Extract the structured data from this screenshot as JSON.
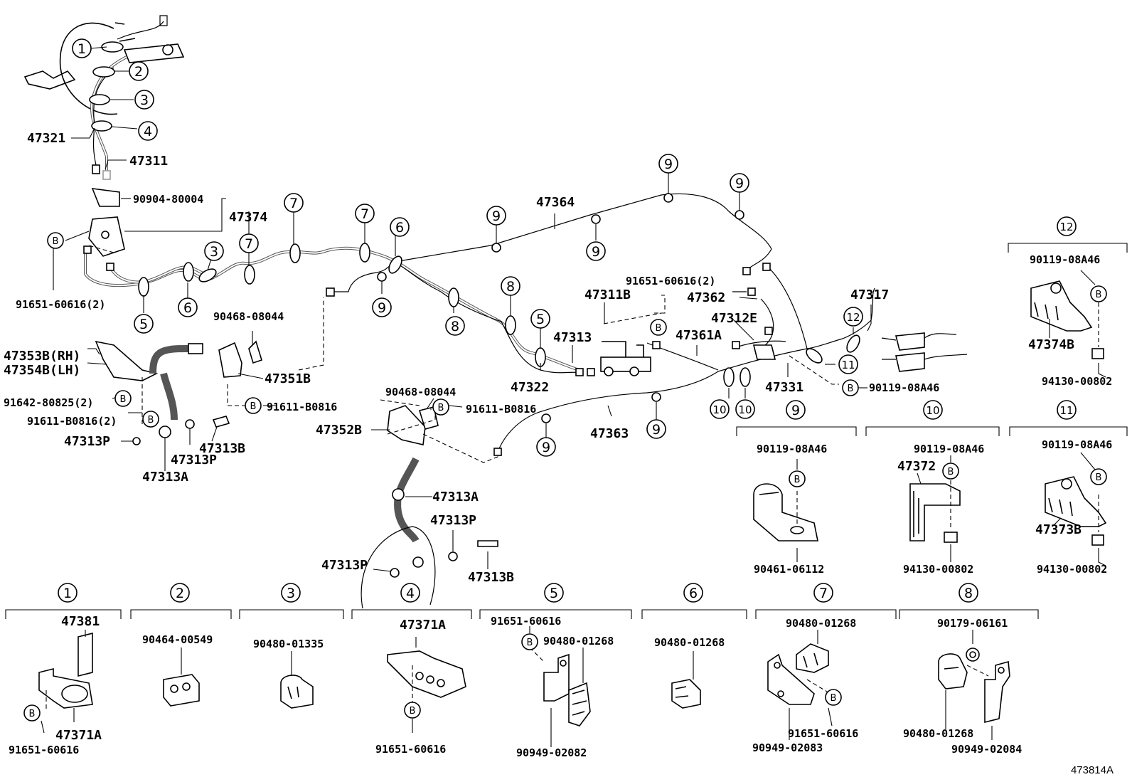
{
  "diagram": {
    "code": "473814A",
    "callouts": [
      "1",
      "2",
      "3",
      "4",
      "5",
      "6",
      "7",
      "8",
      "9",
      "10",
      "11",
      "12"
    ],
    "bolt_symbol": "B",
    "main_labels": {
      "p47321": "47321",
      "p47311": "47311",
      "p90904": "90904-80004",
      "p47374": "47374",
      "p91651_a": "91651-60616(2)",
      "p90468_a": "90468-08044",
      "p47353b": "47353B(RH)",
      "p47354b": "47354B(LH)",
      "p47351b": "47351B",
      "p91642": "91642-80825(2)",
      "p91611_a": "91611-B0816(2)",
      "p91611_b": "91611-B0816",
      "p47313p_a": "47313P",
      "p47313b_a": "47313B",
      "p47313p_b": "47313P",
      "p47313a_a": "47313A",
      "p47364": "47364",
      "p47311b": "47311B",
      "p91651_b": "91651-60616(2)",
      "p47362": "47362",
      "p47317": "47317",
      "p47312e": "47312E",
      "p47361a": "47361A",
      "p47313": "47313",
      "p47322": "47322",
      "p47331": "47331",
      "p90119_a": "90119-08A46",
      "p90468_b": "90468-08044",
      "p91611_c": "91611-B0816",
      "p47352b": "47352B",
      "p47363": "47363",
      "p47313a_b": "47313A",
      "p47313p_c": "47313P",
      "p47313p_d": "47313P",
      "p47313b_b": "47313B"
    },
    "detail_9": {
      "callout": "9",
      "labels": [
        "90119-08A46",
        "90461-06112"
      ]
    },
    "detail_10": {
      "callout": "10",
      "labels": [
        "90119-08A46",
        "47372",
        "94130-00802"
      ]
    },
    "detail_11": {
      "callout": "11",
      "labels": [
        "90119-08A46",
        "47373B",
        "94130-00802"
      ]
    },
    "detail_12": {
      "callout": "12",
      "labels": [
        "90119-08A46",
        "47374B",
        "94130-00802"
      ]
    },
    "detail_1": {
      "callout": "1",
      "labels": [
        "47381",
        "47371A",
        "91651-60616"
      ]
    },
    "detail_2": {
      "callout": "2",
      "labels": [
        "90464-00549"
      ]
    },
    "detail_3": {
      "callout": "3",
      "labels": [
        "90480-01335"
      ]
    },
    "detail_4": {
      "callout": "4",
      "labels": [
        "47371A",
        "91651-60616"
      ]
    },
    "detail_5": {
      "callout": "5",
      "labels": [
        "91651-60616",
        "90480-01268",
        "90949-02082"
      ]
    },
    "detail_6": {
      "callout": "6",
      "labels": [
        "90480-01268"
      ]
    },
    "detail_7": {
      "callout": "7",
      "labels": [
        "90480-01268",
        "91651-60616",
        "90949-02083"
      ]
    },
    "detail_8": {
      "callout": "8",
      "labels": [
        "90179-06161",
        "90480-01268",
        "90949-02084"
      ]
    }
  }
}
